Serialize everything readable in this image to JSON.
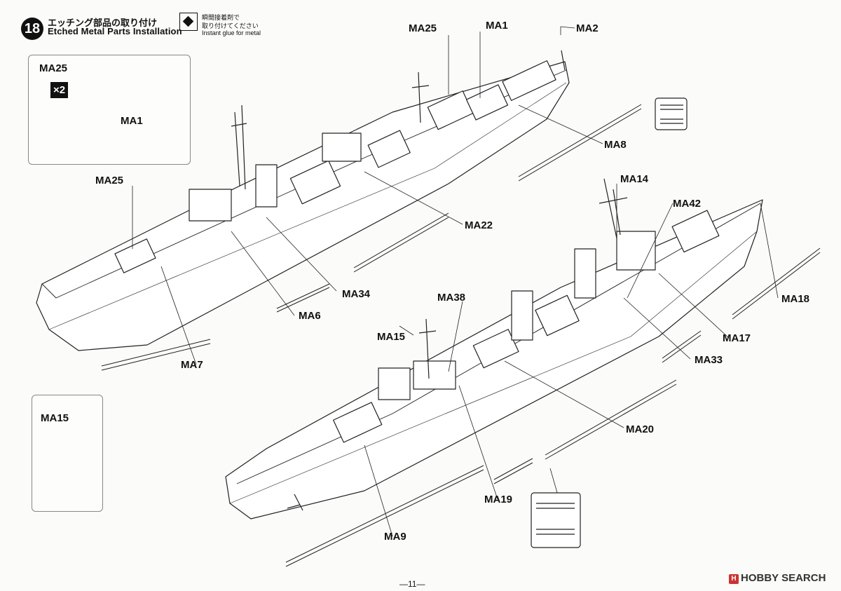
{
  "step": {
    "number": "18",
    "title_jp": "エッチング部品の取り付け",
    "title_en": "Etched Metal Parts Installation"
  },
  "glue_note": {
    "icon": "diamond-glue-icon",
    "line1": "瞬間接着剤で",
    "line2": "取り付けてください",
    "line3": "Instant glue for metal"
  },
  "inset_ma25": {
    "label_top": "MA25",
    "multiplier": "×2",
    "label_ma1": "MA1"
  },
  "inset_ma15": {
    "label": "MA15"
  },
  "callouts": {
    "ma25_top": "MA25",
    "ma1": "MA1",
    "ma2": "MA2",
    "ma8": "MA8",
    "ma25_left": "MA25",
    "ma22": "MA22",
    "ma34": "MA34",
    "ma6": "MA6",
    "ma7": "MA7",
    "ma14": "MA14",
    "ma42": "MA42",
    "ma18": "MA18",
    "ma38": "MA38",
    "ma15": "MA15",
    "ma17": "MA17",
    "ma33": "MA33",
    "ma20": "MA20",
    "ma19": "MA19",
    "ma9": "MA9"
  },
  "page_number": "—11—",
  "watermark": "HOBBY SEARCH"
}
